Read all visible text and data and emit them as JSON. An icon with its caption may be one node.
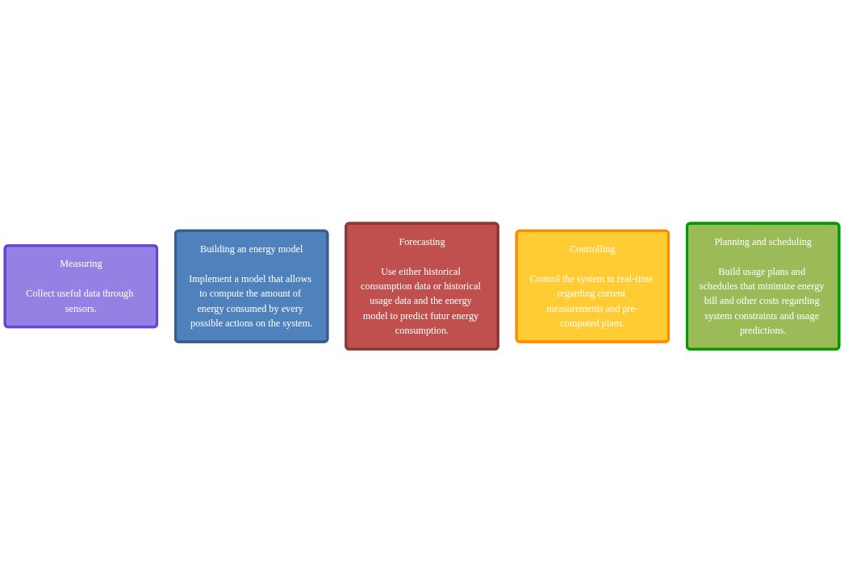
{
  "diagram": {
    "nodes": [
      {
        "text": [
          "Measuring",
          "Collect useful data through sensors."
        ]
      },
      {
        "text": [
          "Building an energy model",
          "Implement a model that allows to compute the amount of energy consumed by every possible actions on the system."
        ]
      },
      {
        "text": [
          "Forecasting",
          "Use either historical consumption data or historical usage data and the energy model to predict futur energy consumption."
        ]
      },
      {
        "text": [
          "Controlling",
          "Control the system in real-time regarding current measurements and pre-computed plans."
        ]
      },
      {
        "text": [
          "Planning and scheduling",
          "Build usage plans and schedules that minimize energy bill and other costs regarding system constraints and usage predictions."
        ]
      }
    ],
    "edges": []
  }
}
